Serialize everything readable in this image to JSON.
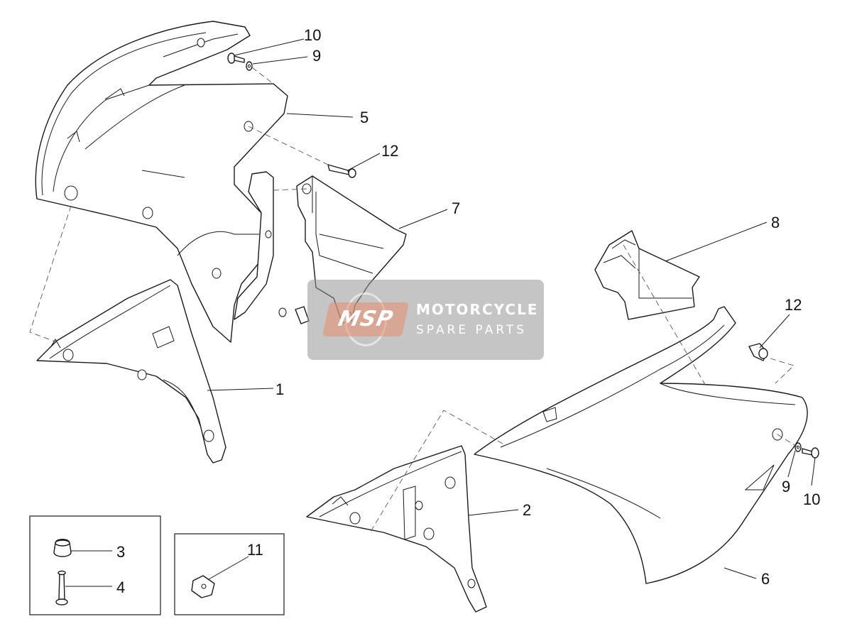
{
  "callouts": {
    "part_1": "1",
    "part_2": "2",
    "part_3": "3",
    "part_4": "4",
    "part_5": "5",
    "part_6": "6",
    "part_7": "7",
    "part_8": "8",
    "part_9_top": "9",
    "part_9_right": "9",
    "part_10_top": "10",
    "part_10_right": "10",
    "part_11": "11",
    "part_12_top": "12",
    "part_12_right": "12"
  },
  "watermark": {
    "logo_text": "MSP",
    "line1": "MOTORCYCLE",
    "line2": "SPARE PARTS"
  },
  "colors": {
    "line": "#1a1a1a",
    "watermark_bg": "#969696",
    "logo_accent": "#e68c6e"
  }
}
